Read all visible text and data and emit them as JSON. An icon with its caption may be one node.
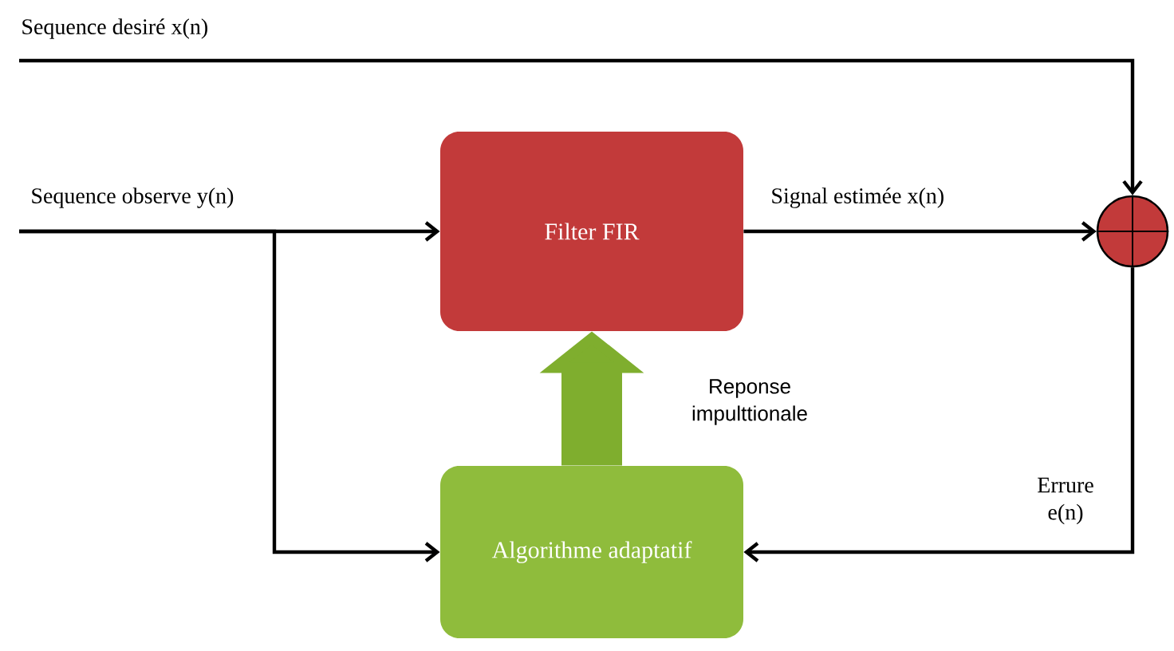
{
  "diagram": {
    "nodes": [
      {
        "text": [
          "Filter FIR"
        ]
      },
      {
        "text": [
          "Algorithme adaptatif"
        ]
      },
      {
        "text": [],
        "shape": "circle"
      }
    ],
    "edges": [
      {
        "from": null,
        "to": 2,
        "arrow": "to",
        "label": "Sequence desiré x(n)"
      },
      {
        "from": null,
        "to": 0,
        "arrow": "to",
        "label": "Sequence observe y(n)"
      },
      {
        "from": null,
        "to": 1,
        "arrow": "to"
      },
      {
        "from": 0,
        "to": 2,
        "arrow": "to",
        "label": "Signal estimée x(n)"
      },
      {
        "from": 2,
        "to": 1,
        "arrow": "to",
        "label": "Errure e(n)"
      },
      {
        "from": 1,
        "to": 0,
        "arrow": "to",
        "label": "Reponse impulttionale",
        "style": "thick",
        "color": "#7fae2e"
      }
    ]
  }
}
